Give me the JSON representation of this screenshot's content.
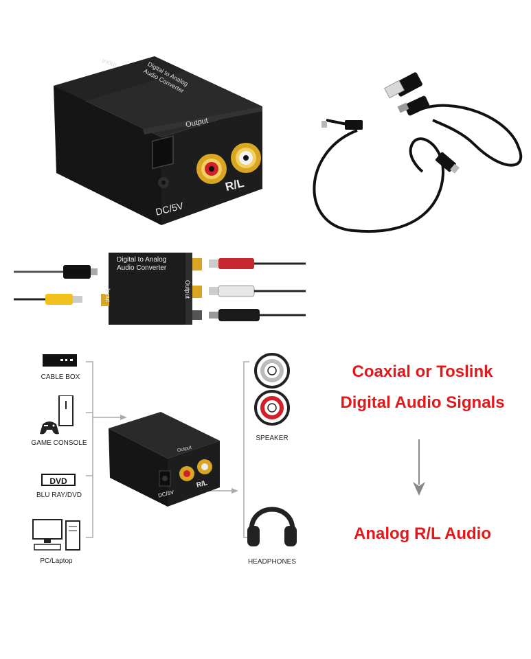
{
  "product_top": {
    "input_label": "Input",
    "top_label_line1": "Digital to Analog",
    "top_label_line2": "Audio Converter",
    "output_label": "Output",
    "rl_label": "R/L",
    "dc_label": "DC/5V"
  },
  "side_view": {
    "title_line1": "Digital to Analog",
    "title_line2": "Audio Converter",
    "input_label": "Input",
    "output_label": "Output"
  },
  "sources": [
    {
      "label": "CABLE BOX",
      "icon": "cable-box-icon"
    },
    {
      "label": "GAME CONSOLE",
      "icon": "game-console-icon"
    },
    {
      "label": "BLU RAY/DVD",
      "icon": "dvd-icon",
      "badge": "DVD"
    },
    {
      "label": "PC/Laptop",
      "icon": "pc-icon"
    }
  ],
  "diagram_converter": {
    "output_label": "Output",
    "rl_label": "R/L",
    "dc_label": "DC/5V"
  },
  "outputs": [
    {
      "label": "SPEAKER",
      "icon": "speaker-icon"
    },
    {
      "label": "HEADPHONES",
      "icon": "headphones-icon"
    }
  ],
  "captions": {
    "line1": "Coaxial or Toslink",
    "line2": "Digital Audio Signals",
    "line3": "Analog R/L Audio"
  },
  "colors": {
    "accent_red": "#e0191b",
    "device_black": "#1c1c1c",
    "gold": "#c9a227"
  }
}
